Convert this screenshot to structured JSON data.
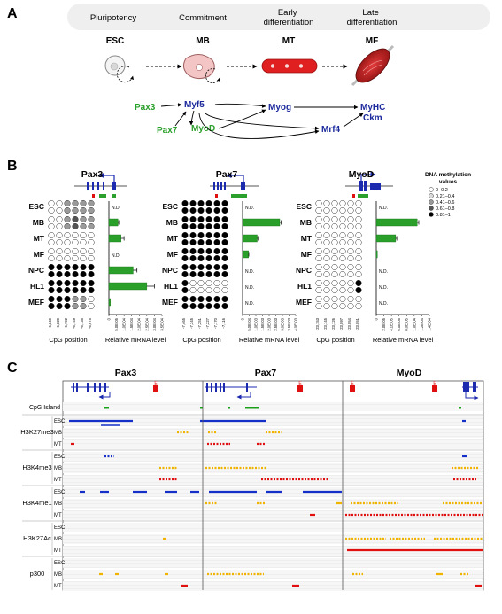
{
  "panelA": {
    "letter": "A",
    "stages": [
      {
        "label": "Pluripotency",
        "cell": "ESC"
      },
      {
        "label": "Commitment",
        "cell": "MB"
      },
      {
        "label": "Early differentiation",
        "label_lines": [
          "Early",
          "differentiation"
        ],
        "cell": "MT"
      },
      {
        "label": "Late differentiation",
        "label_lines": [
          "Late",
          "differentiation"
        ],
        "cell": "MF"
      }
    ],
    "genes": {
      "pax3": "Pax3",
      "pax7": "Pax7",
      "myf5": "Myf5",
      "myod": "MyoD",
      "myog": "Myog",
      "mrf4": "Mrf4",
      "myhc": "MyHC",
      "ckm": "Ckm"
    },
    "colors": {
      "early_gene": "#2ca02c",
      "late_gene": "#1c2a9c",
      "cell_red": "#d62020"
    }
  },
  "panelB": {
    "letter": "B",
    "legend": {
      "title_lines": [
        "DNA methylation",
        "values"
      ],
      "items": [
        {
          "label": "0–0.2",
          "fill": "#ffffff"
        },
        {
          "label": "0.21–0.4",
          "fill": "#d9d9d9"
        },
        {
          "label": "0.41–0.6",
          "fill": "#9a9a9a"
        },
        {
          "label": "0.61–0.8",
          "fill": "#555555"
        },
        {
          "label": "0.81–1",
          "fill": "#000000"
        }
      ]
    },
    "row_labels": [
      "ESC",
      "MB",
      "MT",
      "MF",
      "NPC",
      "HL1",
      "MEF"
    ],
    "nd_label": "N.D.",
    "xaxis_left": "CpG position",
    "xaxis_right": "Relative mRNA level",
    "genes": [
      {
        "name": "Pax3",
        "cpg_positions": [
          "-6,849",
          "-6,820",
          "-6,792",
          "-6,749",
          "-6,735",
          "-6,675"
        ],
        "methylation": [
          [
            0,
            0,
            0.5,
            0.5,
            0.5,
            0.5
          ],
          [
            0,
            0,
            0.5,
            0.7,
            0.5,
            0.5
          ],
          [
            0,
            0,
            0,
            0,
            0,
            0
          ],
          [
            0,
            0,
            0,
            0,
            0,
            0
          ],
          [
            0.9,
            0.9,
            0.9,
            0.9,
            0.9,
            0.9
          ],
          [
            0.9,
            0.9,
            0.9,
            0.9,
            0.9,
            0.9
          ],
          [
            0.9,
            0.9,
            0.9,
            0.5,
            0.5,
            0
          ]
        ],
        "mrna_ticks": [
          "0",
          "5.0E-05",
          "1.0E-04",
          "1.5E-04",
          "2.0E-04",
          "2.5E-04",
          "3.0E-04",
          "3.5E-04"
        ],
        "mrna_max": 0.00035,
        "mrna": [
          null,
          6e-05,
          8e-05,
          null,
          0.00016,
          0.00025,
          1e-05
        ],
        "mrna_err": [
          null,
          5e-06,
          2e-05,
          null,
          2.5e-05,
          5e-05,
          0
        ]
      },
      {
        "name": "Pax7",
        "cpg_positions": [
          "-7,465",
          "-7,345",
          "-7,251",
          "-7,227",
          "-7,170",
          "-7,116"
        ],
        "methylation": [
          [
            0.9,
            0.9,
            0.9,
            0.9,
            0.9,
            0.9
          ],
          [
            0.9,
            0.9,
            0.9,
            0.9,
            0.9,
            0.9
          ],
          [
            0.9,
            0.9,
            0.9,
            0.9,
            0.9,
            0.9
          ],
          [
            0.9,
            0.9,
            0.9,
            0.9,
            0.9,
            0.9
          ],
          [
            0.9,
            0.9,
            0.9,
            0.9,
            0.9,
            0.9
          ],
          [
            0.9,
            0,
            0,
            0,
            0,
            0
          ],
          [
            0.9,
            0.9,
            0.9,
            0.9,
            0.9,
            0.9
          ]
        ],
        "mrna_ticks": [
          "0",
          "5.0E-04",
          "1.0E-03",
          "1.5E-03",
          "2.0E-03",
          "2.5E-03",
          "3.0E-03",
          "3.5E-03",
          "4.0E-03"
        ],
        "mrna_max": 0.004,
        "mrna": [
          null,
          0.0028,
          0.0011,
          0.00045,
          null,
          null,
          null
        ],
        "mrna_err": [
          null,
          0.0001,
          5e-05,
          2e-05,
          null,
          null,
          null
        ]
      },
      {
        "name": "MyoD",
        "cpg_positions": [
          "-23,153",
          "-23,145",
          "-23,126",
          "-23,097",
          "-23,054",
          "-23,051"
        ],
        "methylation": [
          [
            0,
            0,
            0,
            0,
            0,
            0
          ],
          [
            0,
            0,
            0,
            0,
            0,
            0
          ],
          [
            0,
            0,
            0,
            0,
            0,
            0
          ],
          [
            0,
            0,
            0,
            0,
            0,
            0
          ],
          [
            0,
            0,
            0,
            0,
            0,
            0
          ],
          [
            0,
            0,
            0,
            0,
            0,
            0.9
          ],
          [
            0,
            0,
            0,
            0,
            0,
            0
          ]
        ],
        "mrna_ticks": [
          "0",
          "2.0E-05",
          "4.1E-05",
          "6.0E-05",
          "8.0E-05",
          "1.0E-04",
          "1.2E-04",
          "1.4E-04"
        ],
        "mrna_max": 0.00014,
        "mrna": [
          null,
          0.000108,
          5.1e-05,
          3e-06,
          null,
          null,
          null
        ],
        "mrna_err": [
          null,
          4e-06,
          3e-06,
          0,
          null,
          null,
          null
        ]
      }
    ]
  },
  "panelC": {
    "letter": "C",
    "gene_names": [
      "Pax3",
      "Pax7",
      "MyoD"
    ],
    "enhancer_mark": "E",
    "track_labels": {
      "cpg": "CpG Island",
      "h3k27me3": "H3K27me3",
      "h3k4me3": "H3K4me3",
      "h3k4me1": "H3K4me1",
      "h3k27ac": "H3K27Ac",
      "p300": "p300"
    },
    "sub_labels": [
      "ESC",
      "MB",
      "MT"
    ],
    "colors": {
      "ESC": "#1530c8",
      "MB": "#f0b400",
      "MT": "#e01010",
      "cpg": "#1aa01a",
      "gene": "#1c2ab0"
    }
  }
}
